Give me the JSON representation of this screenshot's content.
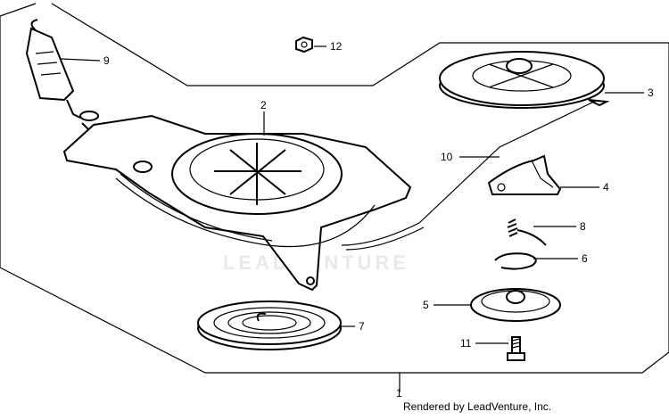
{
  "diagram": {
    "callouts": [
      "1",
      "2",
      "3",
      "4",
      "5",
      "6",
      "7",
      "8",
      "9",
      "10",
      "11",
      "12"
    ],
    "watermark": "LEADVENTURE",
    "credit": "Rendered by LeadVenture, Inc.",
    "colors": {
      "line": "#000000",
      "background": "#ffffff",
      "watermark": "#e9e9e9"
    }
  }
}
